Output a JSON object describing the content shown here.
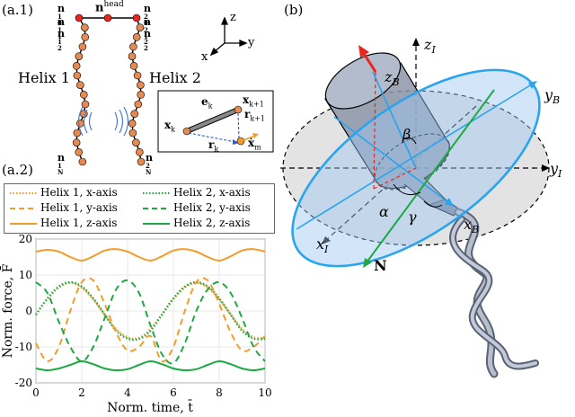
{
  "panel_a1": {
    "label": "(a.1)",
    "helix1_label": "Helix 1",
    "helix2_label": "Helix 2",
    "node_head": "n",
    "node_head_sup": "head",
    "left_nodes": [
      {
        "base": "n",
        "sup": "1",
        "sub": "0"
      },
      {
        "base": "n",
        "sup": "1",
        "sub": "1"
      },
      {
        "base": "n",
        "sup": "1",
        "sub": "2"
      },
      {
        "base": "n",
        "sup": "1",
        "sub": "N"
      }
    ],
    "right_nodes": [
      {
        "base": "n",
        "sup": "2",
        "sub": "0"
      },
      {
        "base": "n",
        "sup": "2",
        "sub": "1"
      },
      {
        "base": "n",
        "sup": "2",
        "sub": "2"
      },
      {
        "base": "n",
        "sup": "2",
        "sub": "N"
      }
    ],
    "axes": {
      "z": "z",
      "x": "x",
      "y": "y"
    },
    "inset": {
      "e_k": "e",
      "e_k_sub": "k",
      "x_k": "x",
      "x_k_sub": "k",
      "x_k1": "x",
      "x_k1_sub": "k+1",
      "r_k1": "r",
      "r_k1_sub": "k+1",
      "r_k": "r",
      "r_k_sub": "k",
      "xdot_m": "ẋ",
      "xdot_m_sub": "m"
    }
  },
  "panel_a2": {
    "label": "(a.2)",
    "legend": [
      "Helix 1, x-axis",
      "Helix 2, x-axis",
      "Helix 1, y-axis",
      "Helix 2, y-axis",
      "Helix 1, z-axis",
      "Helix 2, z-axis"
    ]
  },
  "chart_data": {
    "type": "line",
    "xlabel": "Norm. time, t̄",
    "ylabel": "Norm. force, F̄",
    "xlim": [
      0,
      10
    ],
    "ylim": [
      -20,
      20
    ],
    "xticks": [
      0,
      2,
      4,
      6,
      8,
      10
    ],
    "yticks": [
      -20,
      -10,
      0,
      10,
      20
    ],
    "x": [
      0,
      0.5,
      1,
      1.5,
      2,
      2.5,
      3,
      3.5,
      4,
      4.5,
      5,
      5.5,
      6,
      6.5,
      7,
      7.5,
      8,
      8.5,
      9,
      9.5,
      10
    ],
    "series": [
      {
        "name": "Helix 1, x-axis",
        "color": "#f39c2b",
        "dash": "dotted",
        "values": [
          -1,
          3.3,
          6.5,
          7.8,
          6.5,
          3.2,
          -1,
          -5,
          -7.3,
          -7.5,
          -5,
          -1,
          3.3,
          6.5,
          7.8,
          6.5,
          3.2,
          -1,
          -5,
          -7.3,
          -7.5
        ]
      },
      {
        "name": "Helix 2, x-axis",
        "color": "#1ea844",
        "dash": "dotted",
        "values": [
          -1,
          3.5,
          6.8,
          8,
          6.8,
          3.5,
          -1,
          -5.5,
          -7.7,
          -7.8,
          -5.5,
          -1,
          3.5,
          6.8,
          8,
          6.8,
          3.5,
          -1,
          -5.5,
          -7.7,
          -7.8
        ]
      },
      {
        "name": "Helix 1, y-axis",
        "color": "#f39c2b",
        "dash": "dashed",
        "values": [
          -9,
          -14,
          -10,
          0,
          8,
          8.5,
          2,
          -6,
          -11,
          -10,
          -7,
          -14,
          -10,
          0,
          8,
          8.5,
          2,
          -6,
          -11,
          -10,
          -7
        ]
      },
      {
        "name": "Helix 2, y-axis",
        "color": "#1ea844",
        "dash": "dashed",
        "values": [
          8,
          5,
          -3,
          -10,
          -14,
          -10,
          -2,
          6,
          8.5,
          5,
          -4,
          -12,
          -14.5,
          -9,
          0,
          6,
          8,
          5,
          -2,
          -10,
          -14
        ]
      },
      {
        "name": "Helix 1, z-axis",
        "color": "#f39c2b",
        "dash": "solid",
        "values": [
          16.5,
          17,
          16.5,
          15,
          14,
          15.2,
          16.8,
          17.2,
          16.5,
          15,
          14,
          15.2,
          16.8,
          17.2,
          16.5,
          15,
          14,
          15.2,
          16.8,
          17.2,
          16.5
        ]
      },
      {
        "name": "Helix 2, z-axis",
        "color": "#1ea844",
        "dash": "solid",
        "values": [
          -16,
          -16.5,
          -16,
          -15,
          -14,
          -14.8,
          -16,
          -16.5,
          -16.2,
          -15,
          -14,
          -14.8,
          -16,
          -16.5,
          -16.2,
          -15,
          -14,
          -14.8,
          -16,
          -16.5,
          -16
        ]
      }
    ]
  },
  "panel_b": {
    "label": "(b)",
    "z_I": "z",
    "z_I_sub": "I",
    "z_B": "z",
    "z_B_sub": "B",
    "y_B": "y",
    "y_B_sub": "B",
    "y_I": "y",
    "y_I_sub": "I",
    "x_I": "x",
    "x_I_sub": "I",
    "x_B": "x",
    "x_B_sub": "B",
    "beta": "β",
    "alpha": "α",
    "gamma": "γ",
    "normal": "N"
  },
  "colors": {
    "orange": "#f39c2b",
    "green": "#1ea844",
    "blue": "#2aa4ee",
    "red": "#e8261f",
    "node": "#e48a52",
    "gray_plane": "#d9d9d9"
  }
}
